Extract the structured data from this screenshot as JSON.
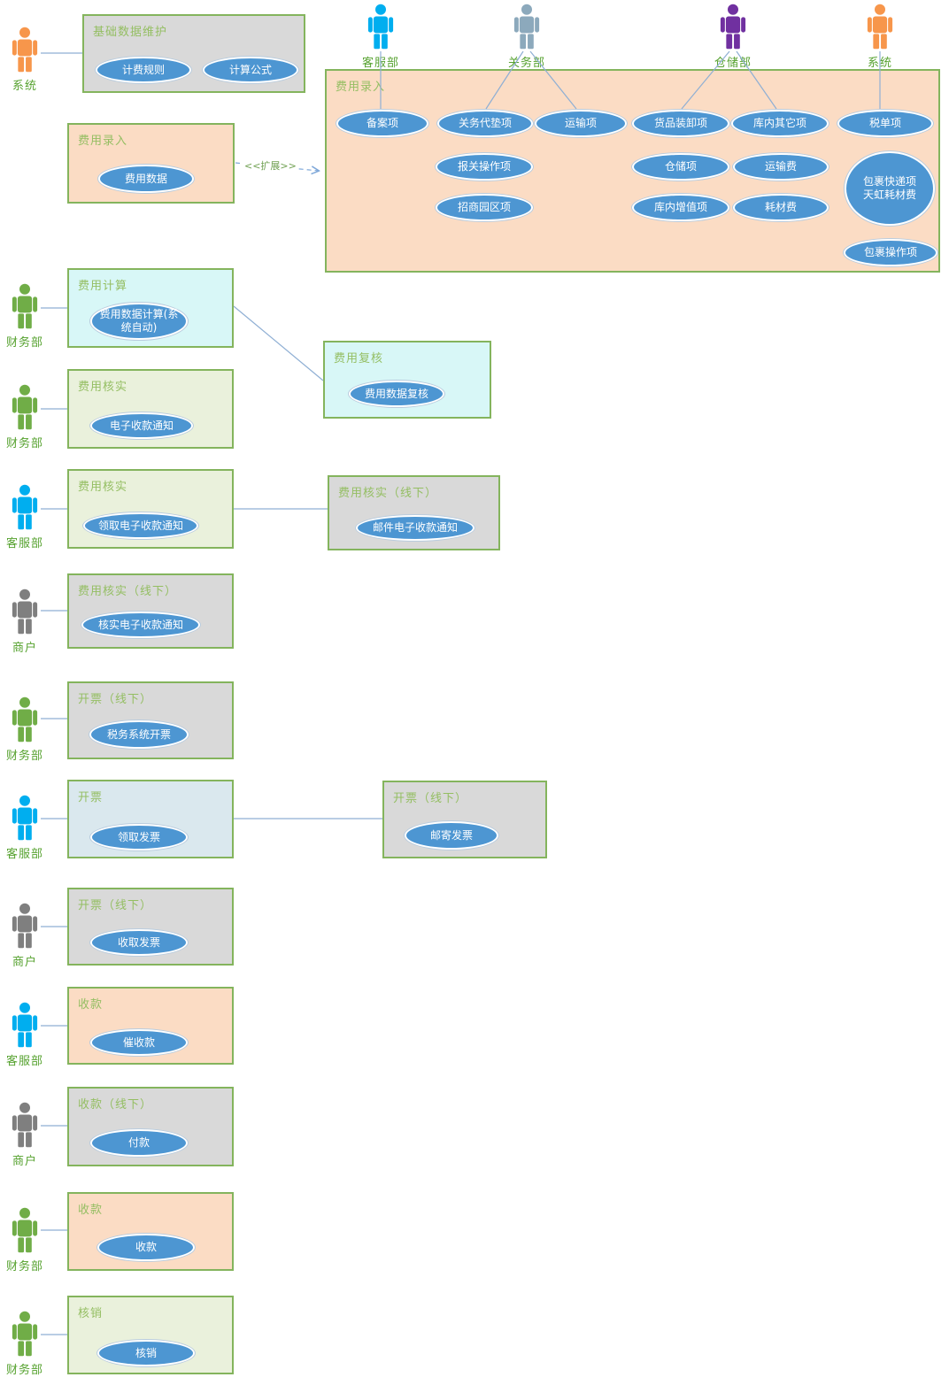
{
  "colors": {
    "package_border": "#84B45D",
    "package_title": "#94BE62",
    "actor_label": "#56A22F",
    "usecase_fill": "#4D96D2",
    "usecase_text": "#FFFFFF",
    "connector": "#8FAFD4",
    "extend_line": "#7FA8D9",
    "fill_peach": "#FBDCC4",
    "fill_gray": "#D9D9D9",
    "fill_cyan": "#D8F7F7",
    "fill_lightgreen": "#EAF1DC",
    "fill_paleblue": "#DAE8EE",
    "actor_orange": "#F7964B",
    "actor_blue": "#00AEEF",
    "actor_steel": "#8CA9BC",
    "actor_purple": "#7030A0",
    "actor_green": "#70AD47",
    "actor_gray": "#7F7F7F"
  },
  "extend_label": "<<扩展>>",
  "system_actor_left": {
    "label": "系统",
    "color": "#F7964B"
  },
  "base_box": {
    "title": "基础数据维护",
    "usecases": [
      "计费规则",
      "计算公式"
    ]
  },
  "entry_box": {
    "title": "费用录入",
    "usecase": "费用数据"
  },
  "top_actors": [
    {
      "label": "客服部",
      "color": "#00AEEF"
    },
    {
      "label": "关务部",
      "color": "#8CA9BC"
    },
    {
      "label": "仓储部",
      "color": "#7030A0"
    },
    {
      "label": "系统",
      "color": "#F7964B"
    }
  ],
  "big_box": {
    "title": "费用录入",
    "row1": [
      "备案项",
      "关务代垫项",
      "运输项",
      "货品装卸项",
      "库内其它项",
      "税单项"
    ],
    "row2": [
      "报关操作项",
      "仓储项",
      "运输费"
    ],
    "row3": [
      "招商园区项",
      "库内增值项",
      "耗材费"
    ],
    "parcel_usecase": {
      "line1": "包裹快递项",
      "line2": "天虹耗材费"
    },
    "parcel_ops": "包裹操作项"
  },
  "rows": [
    {
      "actor": {
        "label": "财务部",
        "color": "#70AD47"
      },
      "box": {
        "title": "费用计算",
        "usecase": "费用数据计算(系统自动)"
      },
      "linked": {
        "title": "费用复核",
        "usecase": "费用数据复核"
      }
    },
    {
      "actor": {
        "label": "财务部",
        "color": "#70AD47"
      },
      "box": {
        "title": "费用核实",
        "usecase": "电子收款通知"
      }
    },
    {
      "actor": {
        "label": "客服部",
        "color": "#00AEEF"
      },
      "box": {
        "title": "费用核实",
        "usecase": "领取电子收款通知"
      },
      "linked": {
        "title": "费用核实（线下）",
        "usecase": "邮件电子收款通知"
      }
    },
    {
      "actor": {
        "label": "商户",
        "color": "#7F7F7F"
      },
      "box": {
        "title": "费用核实（线下）",
        "usecase": "核实电子收款通知"
      }
    },
    {
      "actor": {
        "label": "财务部",
        "color": "#70AD47"
      },
      "box": {
        "title": "开票（线下）",
        "usecase": "税务系统开票"
      }
    },
    {
      "actor": {
        "label": "客服部",
        "color": "#00AEEF"
      },
      "box": {
        "title": "开票",
        "usecase": "领取发票"
      },
      "linked": {
        "title": "开票（线下）",
        "usecase": "邮寄发票"
      }
    },
    {
      "actor": {
        "label": "商户",
        "color": "#7F7F7F"
      },
      "box": {
        "title": "开票（线下）",
        "usecase": "收取发票"
      }
    },
    {
      "actor": {
        "label": "客服部",
        "color": "#00AEEF"
      },
      "box": {
        "title": "收款",
        "usecase": "催收款"
      }
    },
    {
      "actor": {
        "label": "商户",
        "color": "#7F7F7F"
      },
      "box": {
        "title": "收款（线下）",
        "usecase": "付款"
      }
    },
    {
      "actor": {
        "label": "财务部",
        "color": "#70AD47"
      },
      "box": {
        "title": "收款",
        "usecase": "收款"
      }
    },
    {
      "actor": {
        "label": "财务部",
        "color": "#70AD47"
      },
      "box": {
        "title": "核销",
        "usecase": "核销"
      }
    }
  ]
}
